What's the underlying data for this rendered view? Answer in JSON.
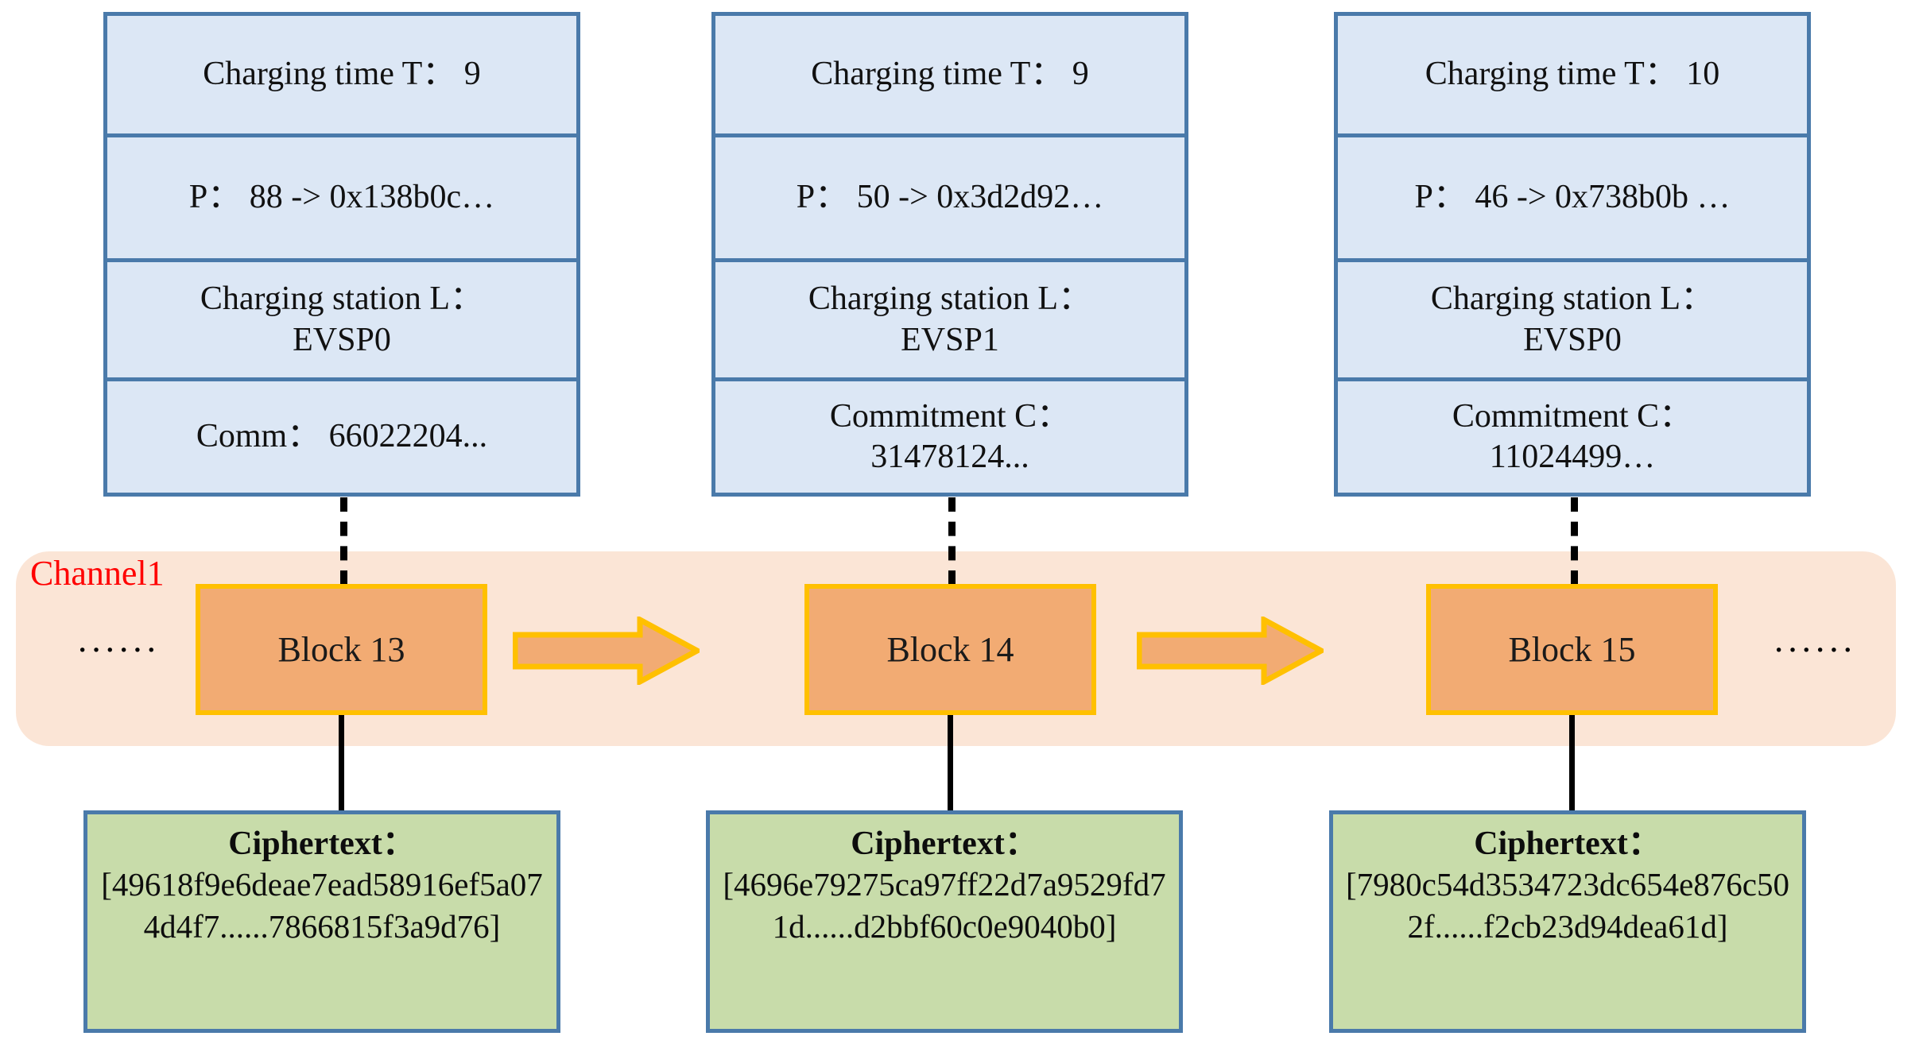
{
  "diagram": {
    "channel": {
      "label": "Channel1",
      "band_color": "#fbe5d6",
      "label_color": "#ff0000",
      "left_ellipsis": "······",
      "right_ellipsis": "······"
    },
    "colors": {
      "info_card_fill": "#dce7f5",
      "info_card_border": "#4a7aaa",
      "block_fill": "#f2ab73",
      "block_border": "#ffc000",
      "arrow_fill": "#f2ab73",
      "arrow_border": "#ffc000",
      "cipher_fill": "#c8dcaa",
      "cipher_border": "#4a7aaa",
      "connector": "#000000"
    },
    "blocks": [
      {
        "block_label": "Block 13",
        "info": {
          "charging_time": "Charging time T： 9",
          "power": "P： 88 -> 0x138b0c…",
          "station": "Charging station L：\nEVSP0",
          "commitment": "Comm： 66022204..."
        },
        "ciphertext": {
          "title": "Ciphertext：",
          "value": "[49618f9e6deae7ead58916ef5a074d4f7......7866815f3a9d76]"
        }
      },
      {
        "block_label": "Block 14",
        "info": {
          "charging_time": "Charging time T： 9",
          "power": "P： 50 -> 0x3d2d92…",
          "station": "Charging station L：\nEVSP1",
          "commitment": "Commitment C：\n31478124..."
        },
        "ciphertext": {
          "title": "Ciphertext：",
          "value": "[4696e79275ca97ff22d7a9529fd71d......d2bbf60c0e9040b0]"
        }
      },
      {
        "block_label": "Block 15",
        "info": {
          "charging_time": "Charging time T： 10",
          "power": "P： 46 -> 0x738b0b …",
          "station": "Charging station L：\nEVSP0",
          "commitment": "Commitment C：\n11024499…"
        },
        "ciphertext": {
          "title": "Ciphertext：",
          "value": "[7980c54d3534723dc654e876c502f......f2cb23d94dea61d]"
        }
      }
    ],
    "arrows": [
      {
        "from": "Block 13",
        "to": "Block 14"
      },
      {
        "from": "Block 14",
        "to": "Block 15"
      }
    ]
  }
}
